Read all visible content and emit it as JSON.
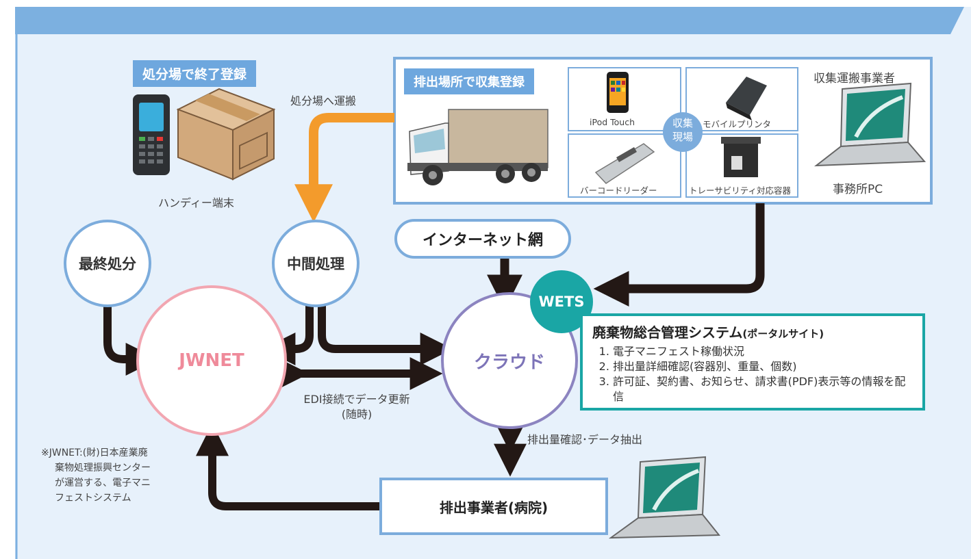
{
  "disposal_tag": "処分場で終了登録",
  "handy_label": "ハンディー端末",
  "transport_label": "処分場へ運搬",
  "collection": {
    "tag": "排出場所で収集登録",
    "ipod_label": "iPod Touch",
    "printer_label": "モバイルプリンタ",
    "barcode_label": "バーコードリーダー",
    "container_label": "トレーサビリティ対応容器",
    "center_line1": "収集",
    "center_line2": "現場",
    "carrier_label": "収集運搬事業者",
    "office_pc_label": "事務所PC"
  },
  "nodes": {
    "final": "最終処分",
    "middle": "中間処理",
    "internet": "インターネット網",
    "wets": "WETS",
    "jwnet": "JWNET",
    "cloud": "クラウド",
    "hospital": "排出事業者(病院)"
  },
  "edi_line1": "EDI接続でデータ更新",
  "edi_line2": "(随時)",
  "confirm_label": "排出量確認･データ抽出",
  "portal": {
    "title": "廃棄物総合管理システム",
    "title_sub": "(ポータルサイト)",
    "items": [
      "電子マニフェスト稼働状況",
      "排出量詳細確認(容器別、重量、個数)",
      "許可証、契約書、お知らせ、請求書(PDF)表示等の情報を配信"
    ]
  },
  "note_lines": [
    "※JWNET:(財)日本産業廃",
    "棄物処理振興センター",
    "が運営する、電子マニ",
    "フェストシステム"
  ],
  "colors": {
    "header_blue": "#7cb0e0",
    "panel_bg": "#e7f1fb",
    "circle_blue": "#7cacdc",
    "jwnet_pink": "#f2a6b1",
    "cloud_purple": "#8c84c0",
    "teal": "#1aa6a5",
    "orange": "#f39b2c",
    "arrow": "#231815"
  }
}
